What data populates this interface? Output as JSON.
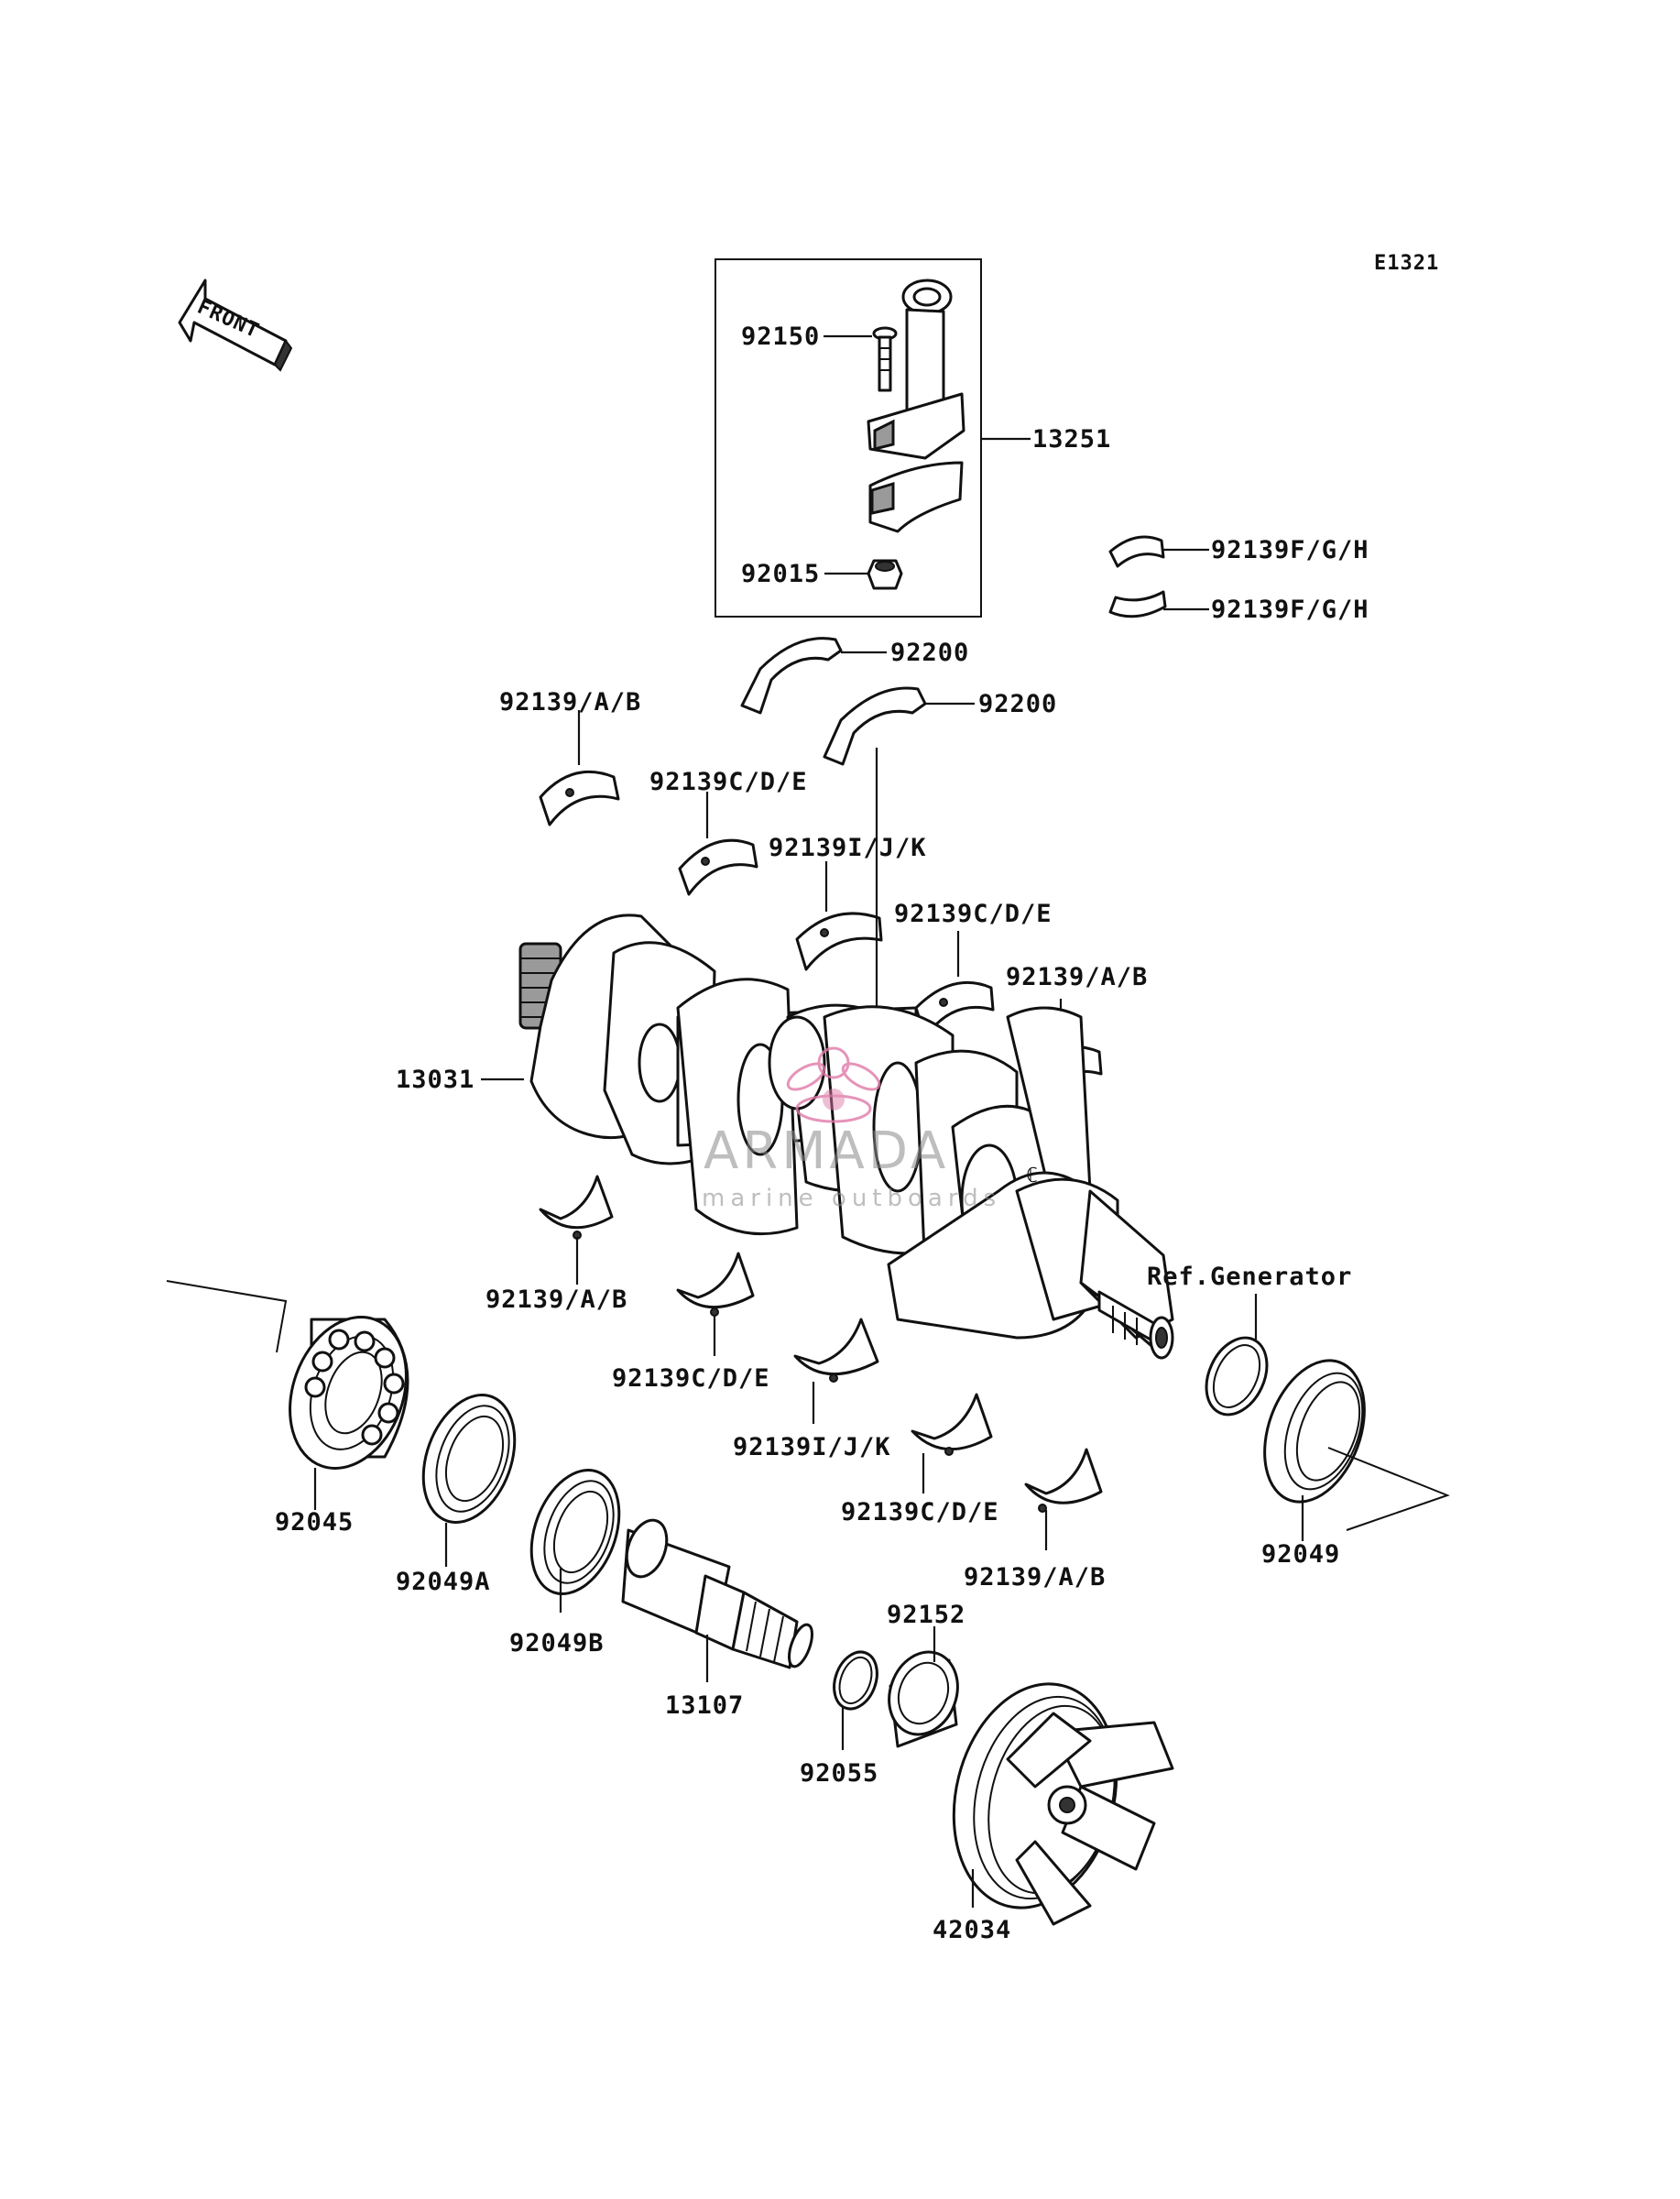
{
  "diagram_code": "E1321",
  "front_label": "FRONT",
  "watermark": {
    "brand": "ARMADA",
    "tagline": "marine outboards",
    "accent_color": "#e07aa8"
  },
  "labels": {
    "p92150": "92150",
    "p13251": "13251",
    "p92015": "92015",
    "p92139fgh_1": "92139F/G/H",
    "p92139fgh_2": "92139F/G/H",
    "p92200_1": "92200",
    "p92200_2": "92200",
    "p92139ab_1": "92139/A/B",
    "p92139cde_1": "92139C/D/E",
    "p92139ijk_1": "92139I/J/K",
    "p92139cde_2": "92139C/D/E",
    "p92139ab_2": "92139/A/B",
    "p13031": "13031",
    "p92139ab_3": "92139/A/B",
    "p92139cde_3": "92139C/D/E",
    "p92139ijk_2": "92139I/J/K",
    "p92139cde_4": "92139C/D/E",
    "p92139ab_4": "92139/A/B",
    "ref_generator": "Ref.Generator",
    "p92045": "92045",
    "p92049a": "92049A",
    "p92049b": "92049B",
    "p13107": "13107",
    "p92152": "92152",
    "p92055": "92055",
    "p42034": "42034",
    "p92049": "92049"
  }
}
